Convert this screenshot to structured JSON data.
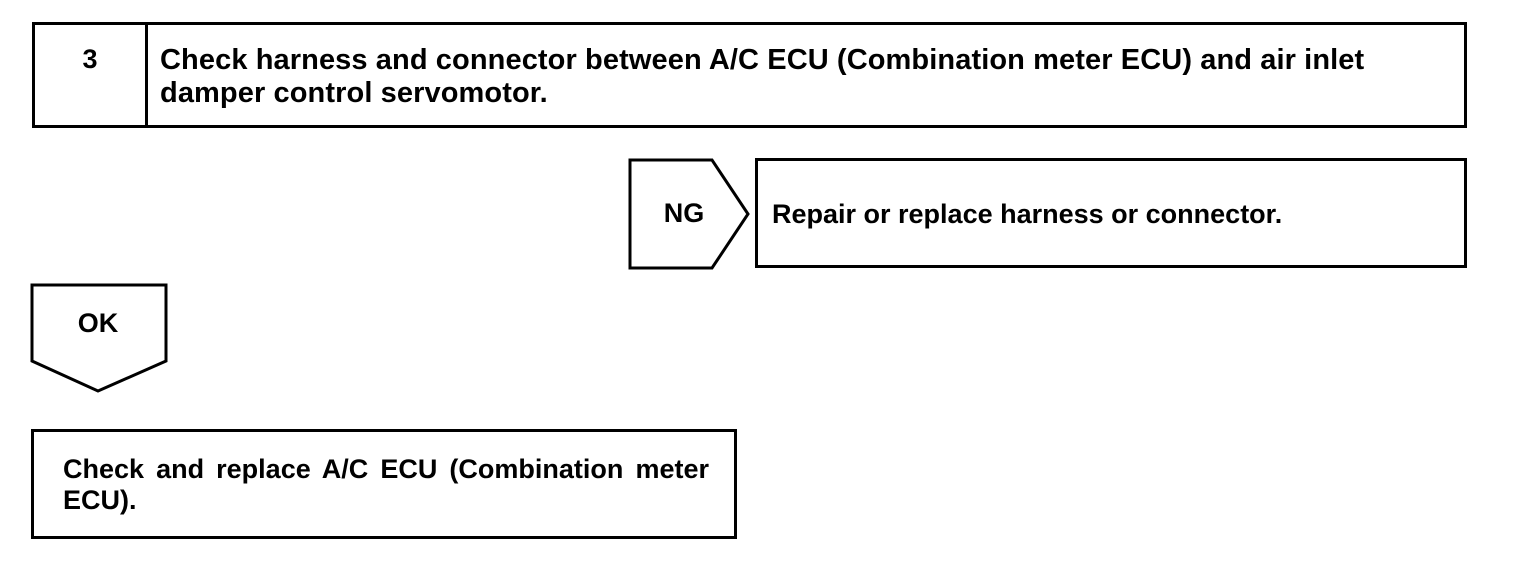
{
  "step": {
    "number": "3",
    "title": "Check harness and connector between A/C ECU (Combination meter ECU) and air inlet damper control servomotor."
  },
  "ng_branch": {
    "label": "NG",
    "action": "Repair or replace harness or connector."
  },
  "ok_branch": {
    "label": "OK",
    "action": "Check and replace A/C ECU (Combination meter ECU)."
  }
}
